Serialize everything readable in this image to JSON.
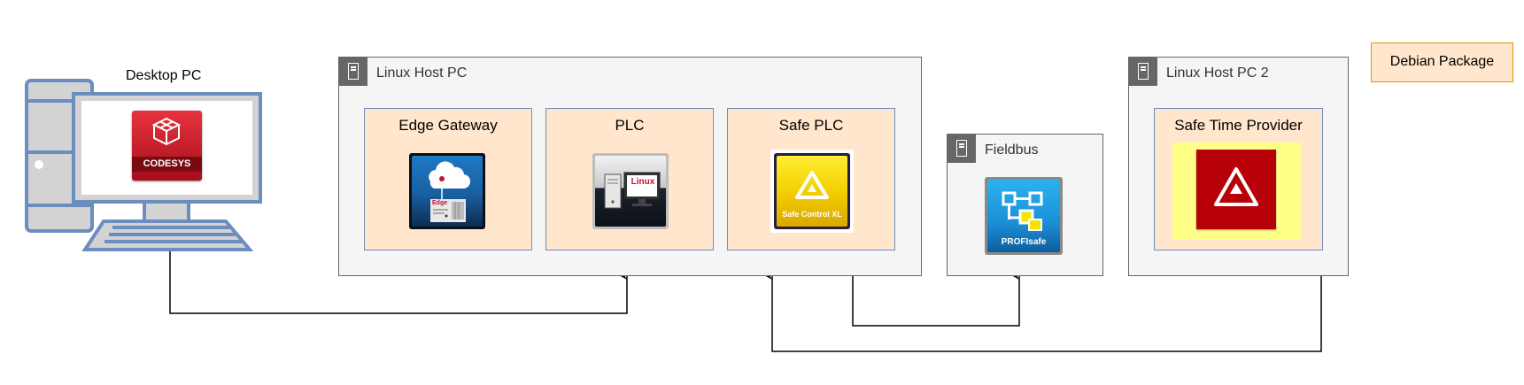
{
  "desktop": {
    "label": "Desktop PC",
    "app_logo_text": "CODESYS"
  },
  "hosts": {
    "linux_host_pc": {
      "label": "Linux Host PC",
      "packages": {
        "edge_gateway": {
          "label": "Edge Gateway",
          "icon_text": "Edge"
        },
        "plc": {
          "label": "PLC",
          "icon_text": "Linux"
        },
        "safe_plc": {
          "label": "Safe PLC",
          "icon_text": "Safe Control XL"
        }
      }
    },
    "fieldbus": {
      "label": "Fieldbus",
      "icon_text": "PROFIsafe"
    },
    "linux_host_pc_2": {
      "label": "Linux Host PC 2",
      "packages": {
        "safe_time_provider": {
          "label": "Safe Time Provider"
        }
      }
    }
  },
  "legend": {
    "debian_package_label": "Debian Package"
  },
  "colors": {
    "host_fill": "#f5f5f5",
    "host_border": "#666666",
    "package_fill": "#ffe6cc",
    "package_border": "#6c8ebf",
    "legend_border": "#d79b00",
    "desktop_pc": "#6c8ebf",
    "codesys_red": "#c8102e",
    "safe_yellow": "#f7dd00",
    "profisafe_blue": "#1a9ee0",
    "time_provider_red": "#b80008",
    "time_provider_yellow": "#ffff88"
  }
}
